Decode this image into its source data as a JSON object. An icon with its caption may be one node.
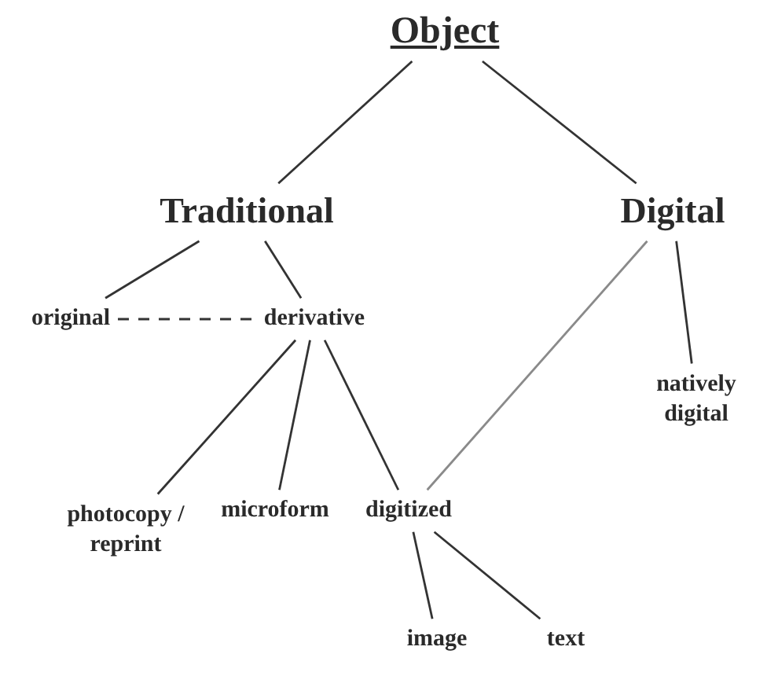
{
  "diagram": {
    "nodes": [
      {
        "text": [
          "Object"
        ]
      },
      {
        "text": [
          "Traditional"
        ]
      },
      {
        "text": [
          "Digital"
        ]
      },
      {
        "text": [
          "original"
        ]
      },
      {
        "text": [
          "derivative"
        ]
      },
      {
        "text": [
          "natively digital"
        ]
      },
      {
        "text": [
          "photocopy / reprint"
        ]
      },
      {
        "text": [
          "microform"
        ]
      },
      {
        "text": [
          "digitized"
        ]
      },
      {
        "text": [
          "image"
        ]
      },
      {
        "text": [
          "text"
        ]
      }
    ],
    "edges": [
      {
        "from": 0,
        "to": 1,
        "arrow": "none"
      },
      {
        "from": 0,
        "to": 2,
        "arrow": "none"
      },
      {
        "from": 1,
        "to": 3,
        "arrow": "none"
      },
      {
        "from": 1,
        "to": 4,
        "arrow": "none"
      },
      {
        "from": 3,
        "to": 4,
        "arrow": "none",
        "style": "dashed"
      },
      {
        "from": 2,
        "to": 8,
        "arrow": "none",
        "color": "#8a8a8a"
      },
      {
        "from": 2,
        "to": 5,
        "arrow": "none"
      },
      {
        "from": 4,
        "to": 6,
        "arrow": "none"
      },
      {
        "from": 4,
        "to": 7,
        "arrow": "none"
      },
      {
        "from": 4,
        "to": 8,
        "arrow": "none"
      },
      {
        "from": 8,
        "to": 9,
        "arrow": "none"
      },
      {
        "from": 8,
        "to": 10,
        "arrow": "none"
      }
    ]
  }
}
